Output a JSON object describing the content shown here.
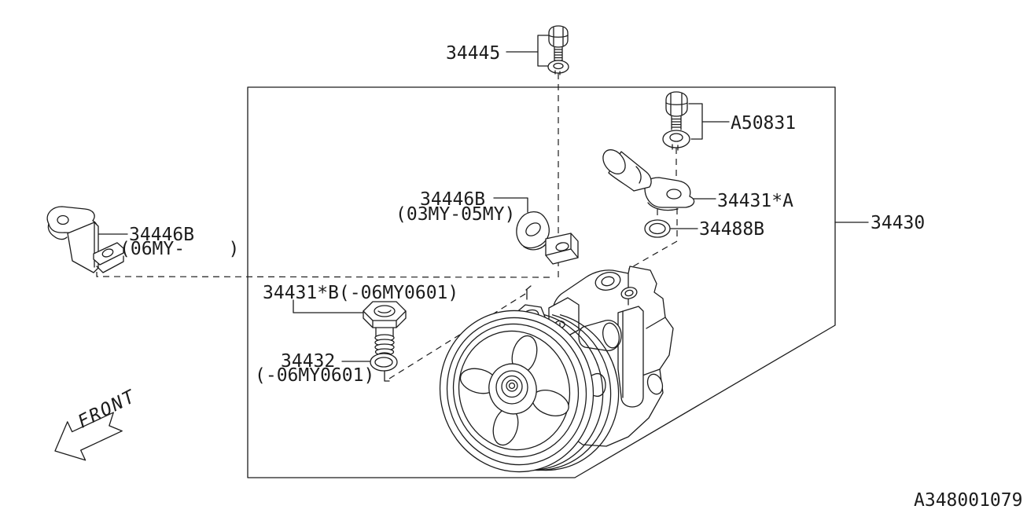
{
  "diagram": {
    "drawing_id": "A348001079",
    "front_label": "FRONT",
    "colors": {
      "line": "#1c1c1c",
      "background": "#ffffff"
    },
    "labels": {
      "bolt_top": "34445",
      "bolt_right": "A50831",
      "bracket_center": "34446B",
      "bracket_center_note": "(03MY-05MY)",
      "pipe_a": "34431*A",
      "oring_right": "34488B",
      "assembly": "34430",
      "bracket_left": "34446B",
      "bracket_left_note": "(06MY-    )",
      "connector_b": "34431*B(-06MY0601)",
      "oring_left": "34432",
      "oring_left_note": "(-06MY0601)"
    }
  }
}
